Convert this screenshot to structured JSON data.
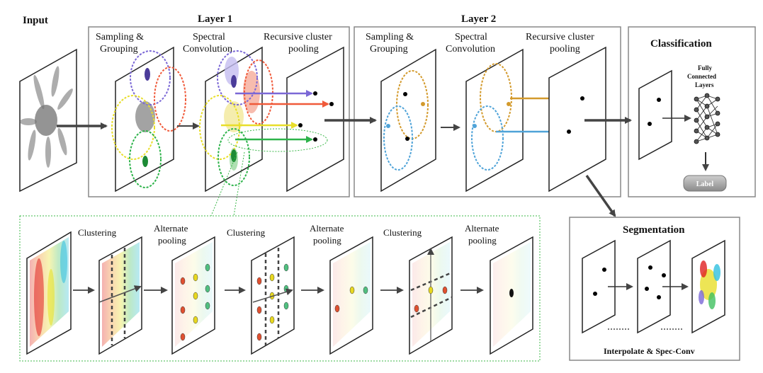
{
  "input_label": "Input",
  "layer1": {
    "title": "Layer 1",
    "stages": [
      [
        "Sampling &",
        "Grouping"
      ],
      [
        "Spectral",
        "Convolution"
      ],
      [
        "Recursive cluster",
        "pooling"
      ]
    ]
  },
  "layer2": {
    "title": "Layer 2",
    "stages": [
      [
        "Sampling &",
        "Grouping"
      ],
      [
        "Spectral",
        "Convolution"
      ],
      [
        "Recursive cluster",
        "pooling"
      ]
    ]
  },
  "classification": {
    "title": "Classification",
    "fc_label": [
      "Fully",
      "Connected",
      "Layers"
    ],
    "output": "Label"
  },
  "segmentation": {
    "title": "Segmentation",
    "caption": "Interpolate & Spec-Conv"
  },
  "pooling_detail": {
    "steps": [
      "Clustering",
      [
        "Alternate",
        "pooling"
      ],
      "Clustering",
      [
        "Alternate",
        "pooling"
      ],
      "Clustering",
      [
        "Alternate",
        "pooling"
      ]
    ]
  },
  "colors": {
    "purple": "#7b68d6",
    "red": "#f05a3a",
    "yellow": "#e8de2a",
    "green": "#2db34a",
    "orange": "#d39a2c",
    "blue": "#4fa3d8",
    "arrow": "#444444",
    "box_border": "#888888",
    "detail_border": "#3cb84a"
  }
}
